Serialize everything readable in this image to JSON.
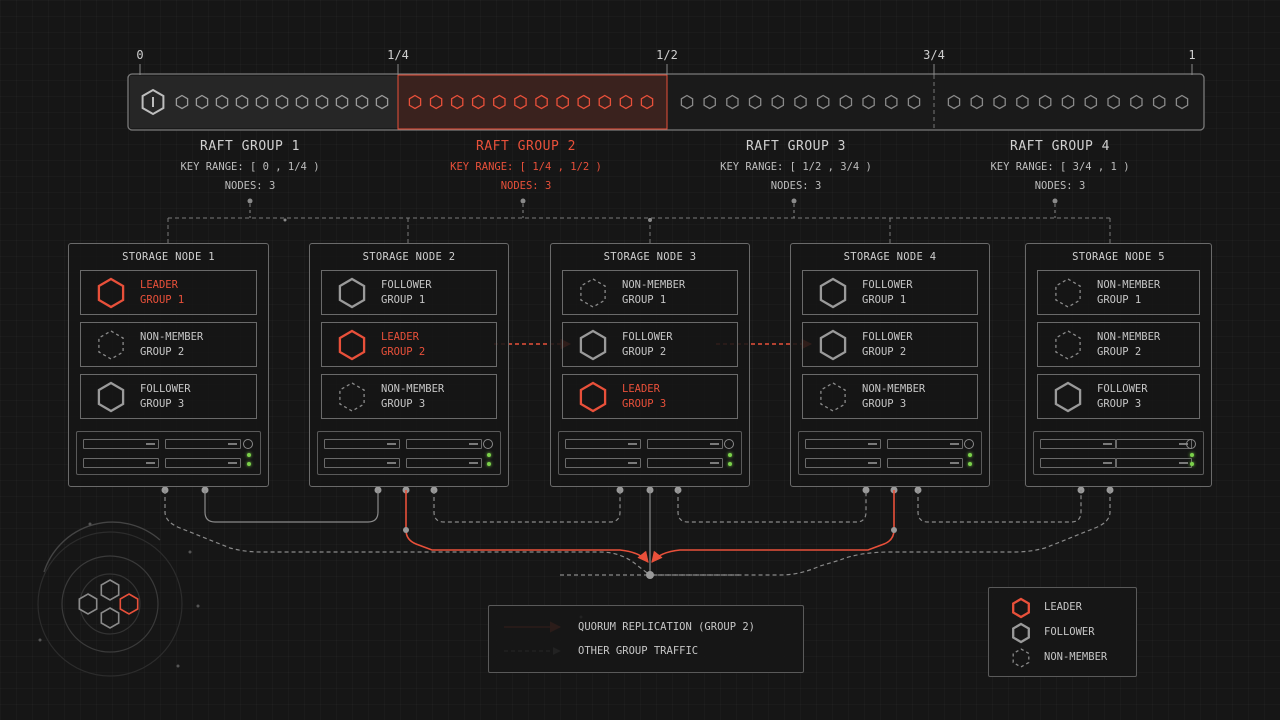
{
  "colors": {
    "accent": "#e8503a",
    "line": "#8a8a8a",
    "border": "#6a6a6a",
    "text": "#c6c6c6",
    "led": "#7bd14a",
    "background": "#161616"
  },
  "key_scale": {
    "ticks": [
      "0",
      "1/4",
      "1/2",
      "3/4",
      "1"
    ]
  },
  "raft_groups": [
    {
      "title": "RAFT GROUP 1",
      "key_range": "KEY RANGE: [ 0 , 1/4 )",
      "nodes": "NODES: 3",
      "highlighted": false
    },
    {
      "title": "RAFT GROUP 2",
      "key_range": "KEY RANGE: [ 1/4 , 1/2 )",
      "nodes": "NODES: 3",
      "highlighted": true
    },
    {
      "title": "RAFT GROUP 3",
      "key_range": "KEY RANGE: [ 1/2 , 3/4 )",
      "nodes": "NODES: 3",
      "highlighted": false
    },
    {
      "title": "RAFT GROUP 4",
      "key_range": "KEY RANGE: [ 3/4 , 1 )",
      "nodes": "NODES: 3",
      "highlighted": false
    }
  ],
  "storage_nodes": [
    {
      "title": "STORAGE NODE 1",
      "slots": [
        {
          "role": "LEADER",
          "group": "GROUP 1",
          "type": "leader"
        },
        {
          "role": "NON-MEMBER",
          "group": "GROUP 2",
          "type": "non-member"
        },
        {
          "role": "FOLLOWER",
          "group": "GROUP 3",
          "type": "follower"
        }
      ]
    },
    {
      "title": "STORAGE NODE 2",
      "slots": [
        {
          "role": "FOLLOWER",
          "group": "GROUP 1",
          "type": "follower"
        },
        {
          "role": "LEADER",
          "group": "GROUP 2",
          "type": "leader"
        },
        {
          "role": "NON-MEMBER",
          "group": "GROUP 3",
          "type": "non-member"
        }
      ]
    },
    {
      "title": "STORAGE NODE 3",
      "slots": [
        {
          "role": "NON-MEMBER",
          "group": "GROUP 1",
          "type": "non-member"
        },
        {
          "role": "FOLLOWER",
          "group": "GROUP 2",
          "type": "follower"
        },
        {
          "role": "LEADER",
          "group": "GROUP 3",
          "type": "leader"
        }
      ]
    },
    {
      "title": "STORAGE NODE 4",
      "slots": [
        {
          "role": "FOLLOWER",
          "group": "GROUP 1",
          "type": "follower"
        },
        {
          "role": "FOLLOWER",
          "group": "GROUP 2",
          "type": "follower"
        },
        {
          "role": "NON-MEMBER",
          "group": "GROUP 3",
          "type": "non-member"
        }
      ]
    },
    {
      "title": "STORAGE NODE 5",
      "slots": [
        {
          "role": "NON-MEMBER",
          "group": "GROUP 1",
          "type": "non-member"
        },
        {
          "role": "NON-MEMBER",
          "group": "GROUP 2",
          "type": "non-member"
        },
        {
          "role": "FOLLOWER",
          "group": "GROUP 3",
          "type": "follower"
        }
      ]
    }
  ],
  "line_legend": [
    {
      "label": "QUORUM REPLICATION (GROUP 2)",
      "style": "solid-accent"
    },
    {
      "label": "OTHER GROUP TRAFFIC",
      "style": "dashed-gray"
    }
  ],
  "role_legend": [
    {
      "label": "LEADER",
      "type": "leader"
    },
    {
      "label": "FOLLOWER",
      "type": "follower"
    },
    {
      "label": "NON-MEMBER",
      "type": "non-member"
    }
  ]
}
